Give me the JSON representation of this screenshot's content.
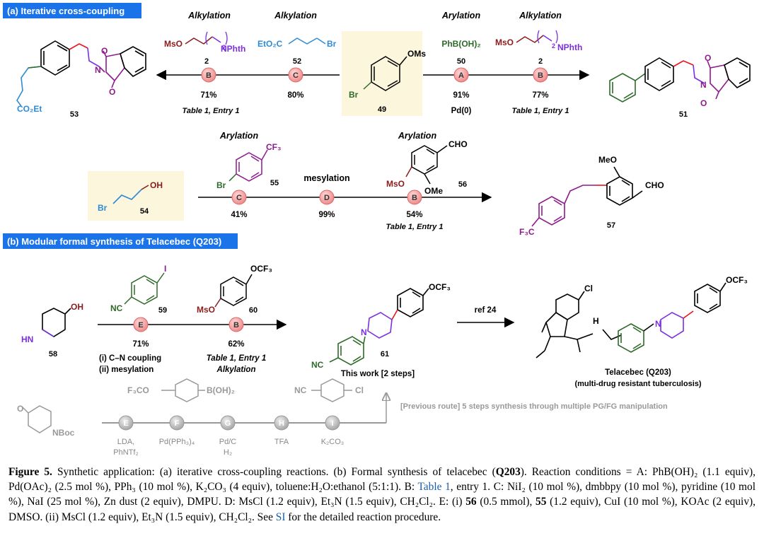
{
  "section_a": {
    "banner": "(a) Iterative cross-coupling",
    "top_row": {
      "left_product": {
        "number": "53",
        "ester_label": "CO₂Et"
      },
      "steps_left": [
        {
          "role": "Alkylation",
          "letter": "B",
          "reagent_number": "2",
          "yield": "71%",
          "note": "Table 1, Entry 1"
        },
        {
          "role": "Alkylation",
          "letter": "C",
          "reagent_number": "52",
          "yield": "80%",
          "note": ""
        }
      ],
      "reagents": {
        "r2": "MsO",
        "r2_tail": "NPhth",
        "r2_sub": "2",
        "r52_ester": "EtO₂C",
        "r52_br": "Br"
      },
      "start": {
        "number": "49",
        "oms": "OMs",
        "br": "Br"
      },
      "steps_right": [
        {
          "role": "Arylation",
          "letter": "A",
          "reagent_label": "PhB(OH)₂",
          "reagent_number": "50",
          "yield": "91%",
          "note": "Pd(0)"
        },
        {
          "role": "Alkylation",
          "letter": "B",
          "reagent_number": "2",
          "yield": "77%",
          "note": "Table 1, Entry 1"
        }
      ],
      "right_product": {
        "number": "51"
      }
    },
    "mid_row": {
      "start": {
        "number": "54",
        "oh": "OH",
        "br": "Br"
      },
      "steps": [
        {
          "role": "Arylation",
          "letter": "C",
          "reagent_number": "55",
          "reagent_cf3": "CF₃",
          "reagent_br": "Br",
          "yield": "41%",
          "note": ""
        },
        {
          "role": "mesylation",
          "letter": "D",
          "yield": "99%",
          "note": ""
        },
        {
          "role": "Arylation",
          "letter": "B",
          "reagent_number": "56",
          "cho": "CHO",
          "mso": "MsO",
          "ome": "OMe",
          "yield": "54%",
          "note": "Table 1, Entry 1"
        }
      ],
      "product": {
        "number": "57",
        "meo": "MeO",
        "cho": "CHO",
        "cf3": "F₃C"
      }
    }
  },
  "section_b": {
    "banner": "(b) Modular formal synthesis of Telacebec (Q203)",
    "start": {
      "number": "58",
      "oh": "OH",
      "hn": "HN"
    },
    "steps": [
      {
        "letter": "E",
        "reagent_number": "59",
        "reagent_i": "I",
        "reagent_nc": "NC",
        "yield": "71%",
        "note1": "(i) C–N coupling",
        "note2": "(ii) mesylation"
      },
      {
        "letter": "B",
        "reagent_number": "60",
        "reagent_ocf3": "OCF₃",
        "reagent_mso": "MsO",
        "yield": "62%",
        "note1": "Table 1, Entry 1",
        "note2": "Alkylation"
      }
    ],
    "intermediate": {
      "number": "61",
      "ocf3": "OCF₃",
      "nc": "NC",
      "n": "N",
      "caption": "This work [2 steps]"
    },
    "ref_arrow": "ref 24",
    "target": {
      "name": "Telacebec (Q203)",
      "subtitle": "(multi-drug resistant tuberculosis)",
      "cl": "Cl",
      "ocf3": "OCF₃",
      "nh": "H",
      "n": "N"
    },
    "previous_route": {
      "note": "[Previous route] 5 steps synthesis through multiple PG/FG manipulation",
      "start_label": "NBoc",
      "start_o": "O",
      "reagent_b": "F₃CO",
      "reagent_b_tail": "B(OH)₂",
      "reagent_c_nc": "NC",
      "reagent_c_cl": "Cl",
      "steps": [
        {
          "letter": "E",
          "cond": [
            "LDA,",
            "PhNTf₂"
          ]
        },
        {
          "letter": "F",
          "cond": [
            "Pd(PPh₃)₄"
          ]
        },
        {
          "letter": "G",
          "cond": [
            "Pd/C",
            "H₂"
          ]
        },
        {
          "letter": "H",
          "cond": [
            "TFA"
          ]
        },
        {
          "letter": "I",
          "cond": [
            "K₂CO₃"
          ]
        }
      ]
    }
  },
  "caption": {
    "label": "Figure 5.",
    "text_1": " Synthetic application: (a) iterative cross-coupling reactions. (b) Formal synthesis of telacebec (",
    "q203": "Q203",
    "text_2": "). Reaction conditions = A: PhB(OH)₂ (1.1 equiv), Pd(OAc)₂ (2.5 mol %), PPh₃ (10 mol %), K₂CO₃ (4 equiv), toluene:H₂O:ethanol (5:1:1). B: ",
    "table_link": "Table 1",
    "text_3": ", entry 1. C: NiI₂ (10 mol %), dmbbpy (10 mol %), pyridine (10 mol %), NaI (25 mol %), Zn dust (2 equiv), DMPU. D: MsCl (1.2 equiv), Et₃N (1.5 equiv), CH₂Cl₂. E: (i) ",
    "n56": "56",
    "text_4": " (0.5 mmol), ",
    "n55": "55",
    "text_5": " (1.2 equiv), CuI (10 mol %), KOAc (2 equiv), DMSO. (ii) MsCl (1.2 equiv), Et₃N (1.5 equiv), CH₂Cl₂. See ",
    "si_link": "SI",
    "text_6": " for the detailed reaction procedure."
  },
  "colors": {
    "banner": "#1a73e8",
    "highlight": "#fbf6dc",
    "step_circle": "#f4a3a3",
    "gray_circle": "#bdbdbd",
    "red_bond": "#e8141c",
    "purple": "#8e1a8e",
    "violet": "#7b2fe0",
    "green": "#2e6b2a",
    "blue": "#2f8bd6",
    "maroon": "#8b1c1c"
  }
}
